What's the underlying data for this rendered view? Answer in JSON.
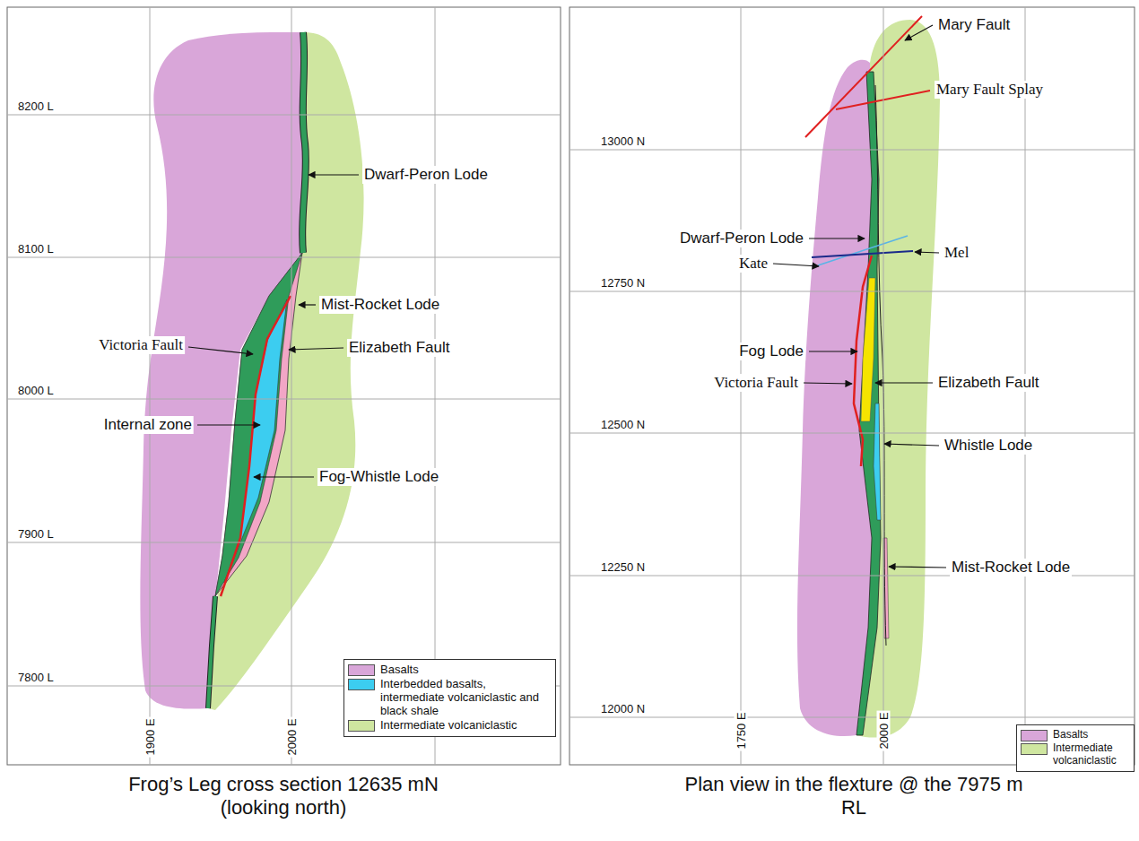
{
  "diagram": {
    "labels": [
      "8200 L",
      "8100 L",
      "8000 L",
      "7900 L",
      "7800 L",
      "1900 E",
      "2000 E",
      "Dwarf-Peron Lode",
      "Mist-Rocket Lode",
      "Victoria Fault",
      "Elizabeth Fault",
      "Internal zone",
      "Fog-Whistle Lode",
      "Frog’s Leg cross section 12635 mN (looking north)",
      "13000 N",
      "12750 N",
      "12500 N",
      "12250 N",
      "12000 N",
      "1750 E",
      "2000 E",
      "Mary Fault",
      "Mary Fault Splay",
      "Dwarf-Peron Lode",
      "Kate",
      "Mel",
      "Fog Lode",
      "Victoria Fault",
      "Elizabeth Fault",
      "Whistle Lode",
      "Mist-Rocket Lode",
      "Plan view in the flexture @ the 7975 m RL"
    ],
    "legend": [
      {
        "text": "Basalts",
        "color": "#d9a6d9"
      },
      {
        "text": "Interbedded basalts, intermediate volcaniclastic and black shale",
        "color": "#3ccdf0"
      },
      {
        "text": "Intermediate volcaniclastic",
        "color": "#cfe6a0"
      },
      {
        "text": "Basalts",
        "color": "#d9a6d9"
      },
      {
        "text": "Intermediate volcaniclastic",
        "color": "#cfe6a0"
      }
    ]
  }
}
